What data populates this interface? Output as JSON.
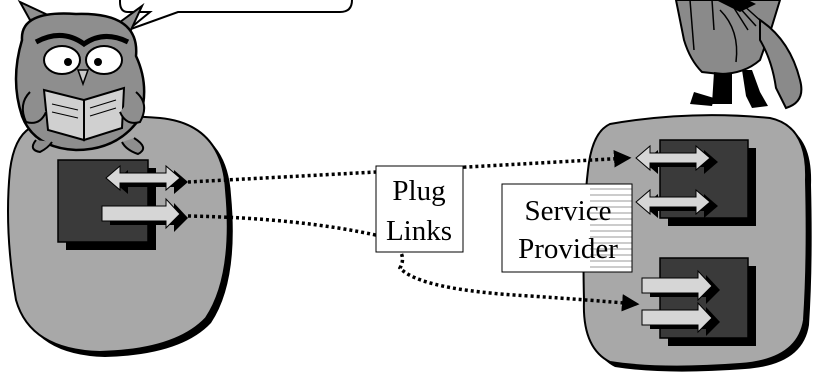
{
  "labels": {
    "plug_links_line1": "Plug",
    "plug_links_line2": "Links",
    "service_provider_line1": "Service",
    "service_provider_line2": "Provider"
  },
  "colors": {
    "blob_fill": "#a8a8a8",
    "blob_shadow": "#000000",
    "box_fill": "#3a3a3a",
    "arrow_fill": "#d6d6d6",
    "arrow_shadow": "#000000",
    "dotted_link": "#000000",
    "owl_gray": "#8e8e8e",
    "figure_gray": "#8a8a8a"
  },
  "illustrations": {
    "owl": "owl-reading-book-icon",
    "wizard": "wizard-figure-icon",
    "speech_bubble": "speech-bubble"
  }
}
